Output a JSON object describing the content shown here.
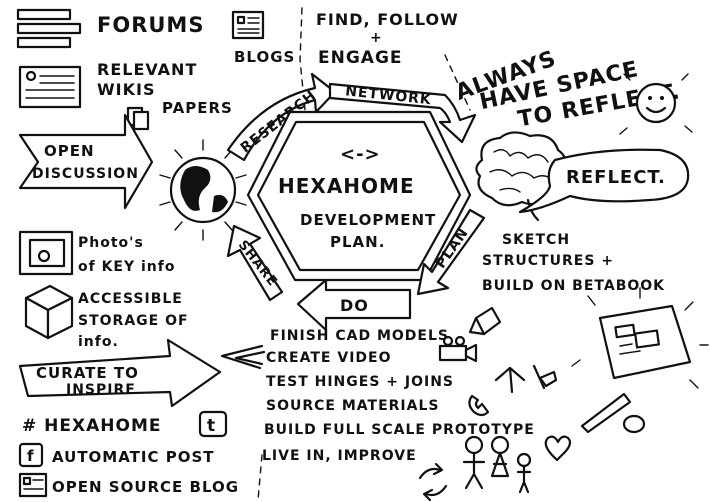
{
  "labels": {
    "forums": "FORUMS",
    "blogs": "BLOGS",
    "find_follow": "FIND, FOLLOW",
    "plus1": "+",
    "engage": "ENGAGE",
    "always1": "ALWAYS",
    "always2": "HAVE SPACE",
    "always3": "TO REFLECT.",
    "wikis1": "RELEVANT",
    "wikis2": "WIKIS",
    "papers": "PAPERS",
    "research": "RESEARCH",
    "network": "NETWORK",
    "open_discussion1": "OPEN",
    "open_discussion2": "DISCUSSION",
    "hex_icon": "<->",
    "hexahome": "HEXAHOME",
    "dev1": "DEVELOPMENT",
    "dev2": "PLAN.",
    "reflect": "REFLECT.",
    "plan": "PLAN",
    "share": "SHARE",
    "do": "DO",
    "photos1": "Photo's",
    "photos2": "of KEY info",
    "storage1": "ACCESSIBLE",
    "storage2": "STORAGE OF",
    "storage3": "info.",
    "sketch1": "SKETCH",
    "sketch2": "STRUCTURES +",
    "sketch3": "BUILD ON BETABOOK",
    "curate1": "CURATE TO",
    "curate2": "INSPIRE",
    "hashtag": "# HEXAHOME",
    "tumblr": "t",
    "facebook": "f",
    "auto_post": "AUTOMATIC POST",
    "open_source_blog": "OPEN SOURCE BLOG",
    "task1": "FINISH CAD MODELS",
    "task2": "CREATE VIDEO",
    "task3": "TEST HINGES + JOINS",
    "task4": "SOURCE MATERIALS",
    "task5": "BUILD FULL SCALE PROTOTYPE",
    "task6": "LIVE IN, IMPROVE"
  }
}
